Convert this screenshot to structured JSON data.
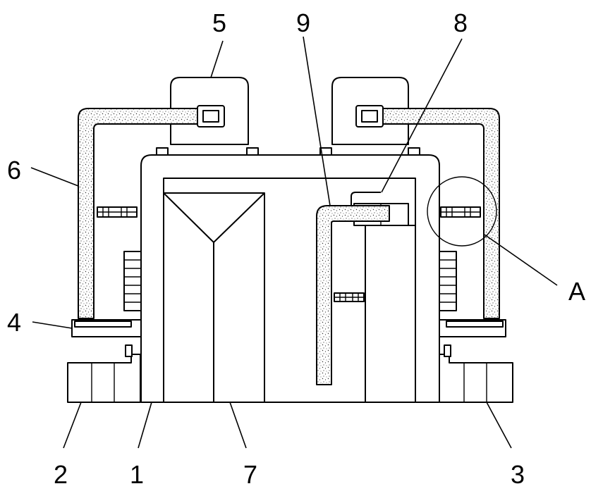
{
  "figure": {
    "labels": {
      "l1": "1",
      "l2": "2",
      "l3": "3",
      "l4": "4",
      "l5": "5",
      "l6": "6",
      "l7": "7",
      "l8": "8",
      "l9": "9",
      "lA": "A"
    }
  }
}
